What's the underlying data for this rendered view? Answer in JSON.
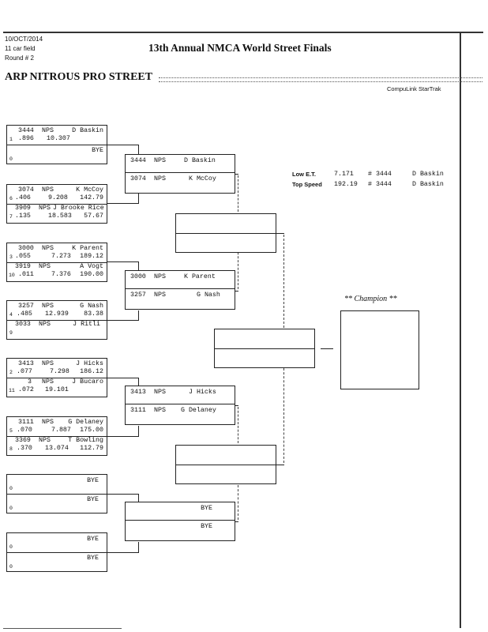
{
  "header": {
    "date": "10/OCT/2014",
    "field": "11 car field",
    "round": "Round # 2",
    "title": "13th Annual NMCA World Street Finals",
    "class_name": "ARP NITROUS PRO STREET",
    "software": "CompuLink StarTrak"
  },
  "stats": {
    "low_et_label": "Low  E.T.",
    "low_et_value": "7.171",
    "low_et_car": "# 3444",
    "low_et_driver": "D Baskin",
    "top_speed_label": "Top Speed",
    "top_speed_value": "192.19",
    "top_speed_car": "# 3444",
    "top_speed_driver": "D Baskin"
  },
  "round1": [
    {
      "top": {
        "car": "3444",
        "cls": "NPS",
        "driver": "D Baskin",
        "seed": "1",
        "rt": ".896",
        "et": "10.307",
        "mph": ""
      },
      "bot": {
        "car": "",
        "cls": "",
        "driver": "BYE",
        "seed": "0",
        "rt": "",
        "et": "",
        "mph": ""
      }
    },
    {
      "top": {
        "car": "3074",
        "cls": "NPS",
        "driver": "K McCoy",
        "seed": "6",
        "rt": ".406",
        "et": "9.208",
        "mph": "142.79"
      },
      "bot": {
        "car": "3909",
        "cls": "NPS",
        "driver": "J Brooke Rice",
        "seed": "7",
        "rt": ".135",
        "et": "18.583",
        "mph": "57.67"
      }
    },
    {
      "top": {
        "car": "3000",
        "cls": "NPS",
        "driver": "K Parent",
        "seed": "3",
        "rt": ".055",
        "et": "7.273",
        "mph": "189.12"
      },
      "bot": {
        "car": "3919",
        "cls": "NPS",
        "driver": "A Vogt",
        "seed": "10",
        "rt": ".011",
        "et": "7.376",
        "mph": "190.00"
      }
    },
    {
      "top": {
        "car": "3257",
        "cls": "NPS",
        "driver": "G Nash",
        "seed": "4",
        "rt": ".485",
        "et": "12.939",
        "mph": "83.38"
      },
      "bot": {
        "car": "3033",
        "cls": "NPS",
        "driver": "J Ritli",
        "seed": "9",
        "rt": "",
        "et": "",
        "mph": ""
      }
    },
    {
      "top": {
        "car": "3413",
        "cls": "NPS",
        "driver": "J Hicks",
        "seed": "2",
        "rt": ".077",
        "et": "7.298",
        "mph": "186.12"
      },
      "bot": {
        "car": "3",
        "cls": "NPS",
        "driver": "J Bucaro",
        "seed": "11",
        "rt": ".072",
        "et": "19.101",
        "mph": ""
      }
    },
    {
      "top": {
        "car": "3111",
        "cls": "NPS",
        "driver": "G Delaney",
        "seed": "5",
        "rt": ".070",
        "et": "7.887",
        "mph": "175.00"
      },
      "bot": {
        "car": "3369",
        "cls": "NPS",
        "driver": "T Bowling",
        "seed": "8",
        "rt": ".370",
        "et": "13.074",
        "mph": "112.79"
      }
    },
    {
      "top": {
        "car": "",
        "cls": "",
        "driver": "BYE",
        "seed": "0",
        "rt": "",
        "et": "",
        "mph": ""
      },
      "bot": {
        "car": "",
        "cls": "",
        "driver": "BYE",
        "seed": "0",
        "rt": "",
        "et": "",
        "mph": ""
      }
    },
    {
      "top": {
        "car": "",
        "cls": "",
        "driver": "BYE",
        "seed": "0",
        "rt": "",
        "et": "",
        "mph": ""
      },
      "bot": {
        "car": "",
        "cls": "",
        "driver": "BYE",
        "seed": "0",
        "rt": "",
        "et": "",
        "mph": ""
      }
    }
  ],
  "round2": [
    {
      "top": {
        "car": "3444",
        "cls": "NPS",
        "driver": "D Baskin"
      },
      "bot": {
        "car": "3074",
        "cls": "NPS",
        "driver": "K McCoy"
      }
    },
    {
      "top": {
        "car": "3000",
        "cls": "NPS",
        "driver": "K Parent"
      },
      "bot": {
        "car": "3257",
        "cls": "NPS",
        "driver": "G Nash"
      }
    },
    {
      "top": {
        "car": "3413",
        "cls": "NPS",
        "driver": "J Hicks"
      },
      "bot": {
        "car": "3111",
        "cls": "NPS",
        "driver": "G Delaney"
      }
    },
    {
      "top": {
        "car": "",
        "cls": "",
        "driver": "BYE"
      },
      "bot": {
        "car": "",
        "cls": "",
        "driver": "BYE"
      }
    }
  ],
  "champion_label": "** Champion **"
}
